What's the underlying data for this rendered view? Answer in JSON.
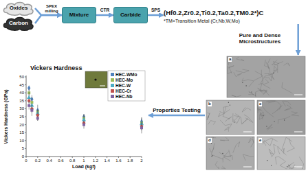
{
  "diagram": {
    "nodes": [
      {
        "text": [
          "Oxides"
        ]
      },
      {
        "text": [
          "Carbon"
        ]
      },
      {
        "text": [
          "Mixture"
        ]
      },
      {
        "text": [
          "Carbide"
        ]
      },
      {
        "text": [
          "(Hf0.2,Zr0.2,Ti0.2,Ta0.2,TM0.2*)C",
          "*TM=Transition Metal (Cr,Nb,W,Mo)"
        ]
      },
      {
        "text": [
          "Pure and Dense Microstructures"
        ]
      },
      {
        "text": [
          "Vickers Hardness"
        ]
      }
    ],
    "edges": [
      {
        "from": 0,
        "to": 2,
        "arrow": "to",
        "label": "SPEX milling"
      },
      {
        "from": 1,
        "to": 2,
        "arrow": "to"
      },
      {
        "from": 2,
        "to": 3,
        "arrow": "to",
        "label": "CTR"
      },
      {
        "from": 3,
        "to": 4,
        "arrow": "to",
        "label": "SPS"
      },
      {
        "from": 4,
        "to": 5,
        "arrow": "to"
      },
      {
        "from": 5,
        "to": 6,
        "arrow": "to",
        "label": "Properties Testing"
      }
    ],
    "labels": [
      "Vickers Hardness (GPa)",
      "Load (kgf)",
      "0",
      "5",
      "10",
      "15",
      "20",
      "25",
      "30",
      "35",
      "40",
      "45",
      "50",
      "0",
      "0.2",
      "0.4",
      "0.6",
      "0.8",
      "1",
      "1.2",
      "1.4",
      "1.6",
      "1.8",
      "2",
      "a",
      "b",
      "c",
      "d",
      "e"
    ],
    "legend": [
      {
        "text": "HEC-WMo",
        "color": "#4f81bd"
      },
      {
        "text": "HEC-Mo",
        "color": "#9bbb59"
      },
      {
        "text": "HEC-W",
        "color": "#4bacc6"
      },
      {
        "text": "HEC-Cr",
        "color": "#c0504d"
      },
      {
        "text": "HEC-Nb",
        "color": "#8064a2"
      }
    ]
  }
}
